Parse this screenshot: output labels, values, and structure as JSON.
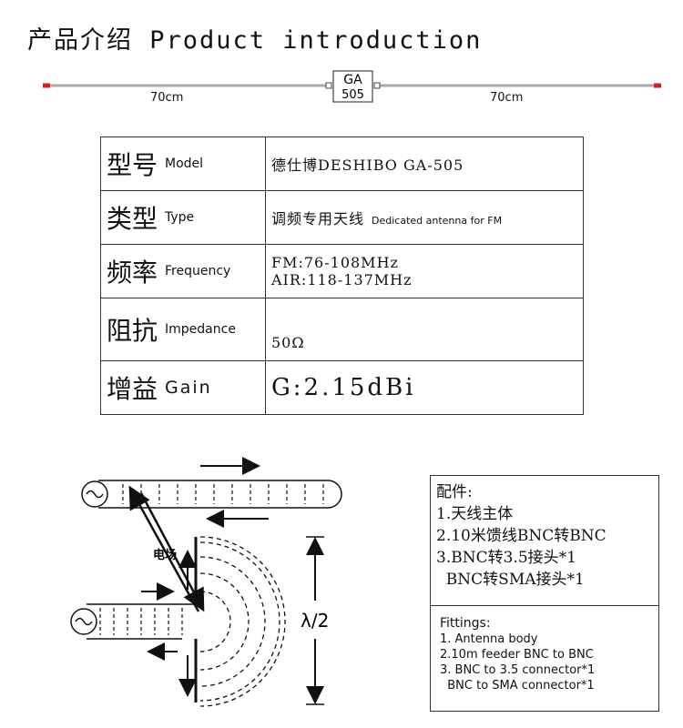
{
  "title": "产品介绍 Product introduction",
  "antenna": {
    "label_top": "GA",
    "label_bottom": "505",
    "left_length": "70cm",
    "right_length": "70cm",
    "tip_color": "#d42020"
  },
  "specs": [
    {
      "zh": "型号",
      "en": "Model",
      "value": "德仕博DESHIBO GA-505"
    },
    {
      "zh": "类型",
      "en": "Type",
      "value": "调频专用天线",
      "value_note": "Dedicated antenna for FM"
    },
    {
      "zh": "频率",
      "en": "Frequency",
      "value": "FM:76-108MHz",
      "value2": "AIR:118-137MHz"
    },
    {
      "zh": "阻抗",
      "en": "Impedance",
      "value": "50Ω"
    },
    {
      "zh": "增益",
      "en": "Gain",
      "value": "G:2.15dBi"
    }
  ],
  "diagram": {
    "field_label": "电场",
    "wavelength_label": "λ/2"
  },
  "fittings": {
    "zh": [
      "配件:",
      "1.天线主体",
      "2.10米馈线BNC转BNC",
      "3.BNC转3.5接头*1",
      "  BNC转SMA接头*1"
    ],
    "en": [
      "Fittings:",
      "1. Antenna body",
      "2.10m feeder BNC to BNC",
      "3. BNC to 3.5 connector*1",
      "  BNC to SMA connector*1"
    ]
  }
}
